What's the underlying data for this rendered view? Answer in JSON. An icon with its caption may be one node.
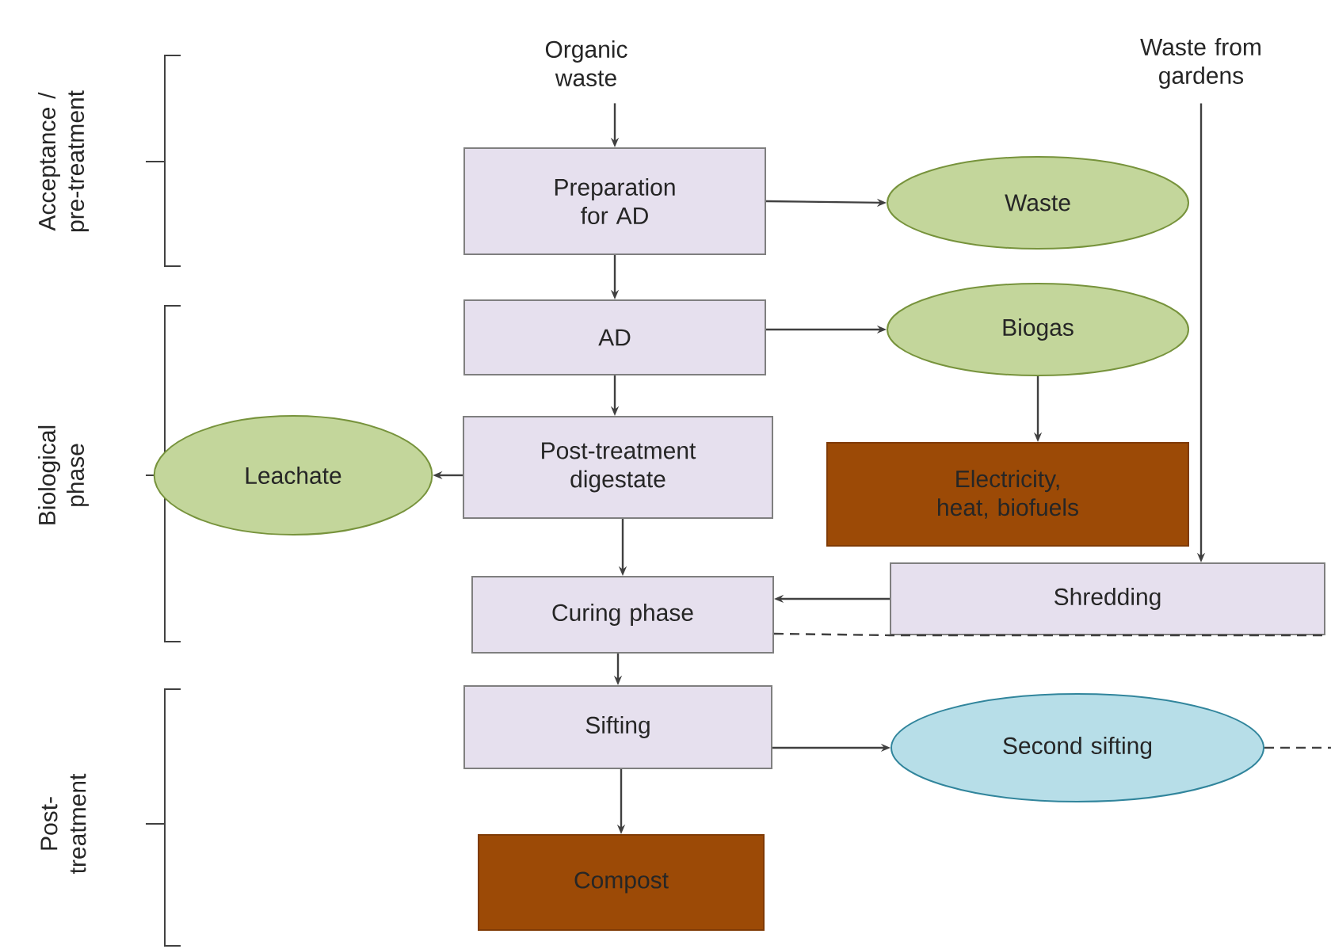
{
  "diagram": {
    "nodes": [
      {
        "text": [
          "Organic waste"
        ]
      },
      {
        "text": [
          "Waste from gardens"
        ]
      },
      {
        "text": [
          "Preparation for AD"
        ]
      },
      {
        "text": [
          "Waste"
        ]
      },
      {
        "text": [
          "AD"
        ]
      },
      {
        "text": [
          "Biogas"
        ]
      },
      {
        "text": [
          "Leachate"
        ]
      },
      {
        "text": [
          "Post-treatment digestate"
        ]
      },
      {
        "text": [
          "Electricity, heat, biofuels"
        ]
      },
      {
        "text": [
          "Curing phase"
        ]
      },
      {
        "text": [
          "Shredding"
        ]
      },
      {
        "text": [
          "Sifting"
        ]
      },
      {
        "text": [
          "Second sifting"
        ]
      },
      {
        "text": [
          "Compost"
        ]
      }
    ],
    "edges": [
      {
        "from": 0,
        "to": 2,
        "arrow": "to"
      },
      {
        "from": 2,
        "to": 3,
        "arrow": "to"
      },
      {
        "from": 2,
        "to": 4,
        "arrow": "to"
      },
      {
        "from": 4,
        "to": 5,
        "arrow": "to"
      },
      {
        "from": 5,
        "to": 8,
        "arrow": "to"
      },
      {
        "from": 4,
        "to": 7,
        "arrow": "to"
      },
      {
        "from": 7,
        "to": 6,
        "arrow": "to"
      },
      {
        "from": 7,
        "to": 9,
        "arrow": "to"
      },
      {
        "from": 1,
        "to": 10,
        "arrow": "to"
      },
      {
        "from": 10,
        "to": 9,
        "arrow": "to"
      },
      {
        "from": 9,
        "to": 10,
        "arrow": "none",
        "style": "dashed"
      },
      {
        "from": 9,
        "to": 11,
        "arrow": "to"
      },
      {
        "from": 11,
        "to": 12,
        "arrow": "to"
      },
      {
        "from": 12,
        "to": null,
        "arrow": "none",
        "style": "dashed"
      },
      {
        "from": 11,
        "to": 13,
        "arrow": "to"
      }
    ],
    "labels": [
      "Acceptance / pre-treatment",
      "Biological phase",
      "Post-treatment"
    ]
  }
}
